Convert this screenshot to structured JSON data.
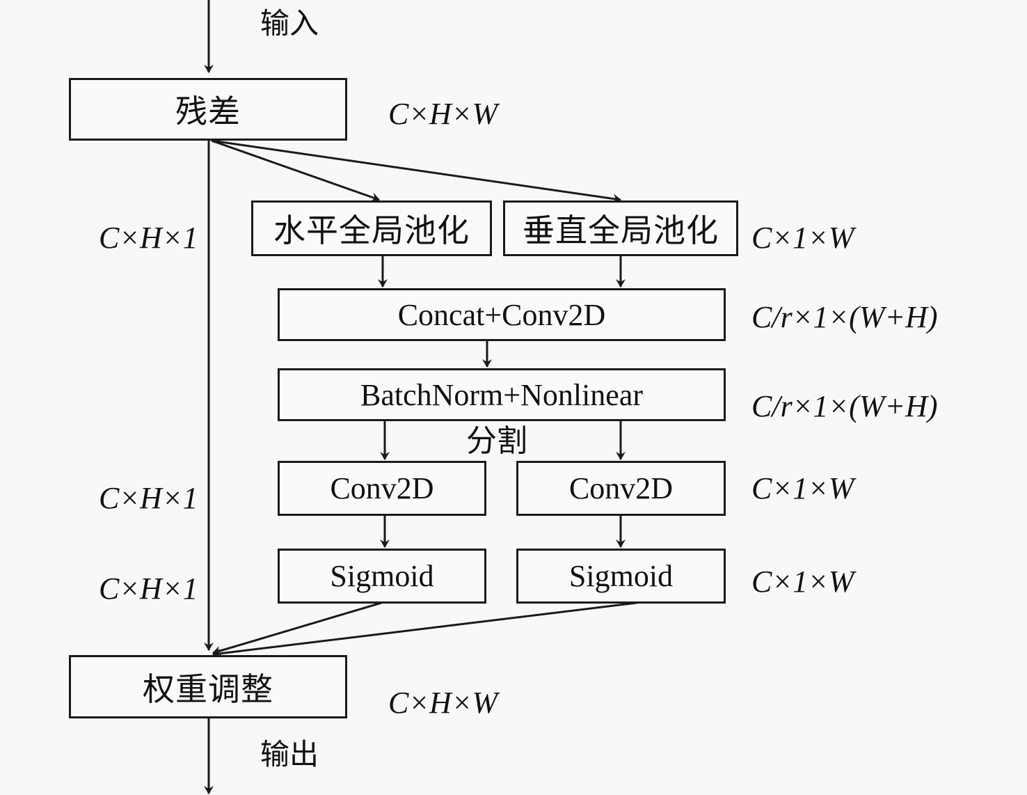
{
  "title": "Coordinate attention residual block",
  "io": {
    "input": "输入",
    "output": "输出"
  },
  "boxes": {
    "residual": "残差",
    "h_pool": "水平全局池化",
    "v_pool": "垂直全局池化",
    "concat_conv": "Concat+Conv2D",
    "bn_nonlinear": "BatchNorm+Nonlinear",
    "conv_left": "Conv2D",
    "conv_right": "Conv2D",
    "sigmoid_left": "Sigmoid",
    "sigmoid_right": "Sigmoid",
    "reweight": "权重调整"
  },
  "split_label": "分割",
  "shape_labels": {
    "residual_out": "C×H×W",
    "skip_1": "C×H×1",
    "pool_out": "C×1×W",
    "concat_out": "C/r×1×(W+H)",
    "bn_out": "C/r×1×(W+H)",
    "skip_2": "C×H×1",
    "conv_out": "C×1×W",
    "skip_3": "C×H×1",
    "sigmoid_out": "C×1×W",
    "final_out": "C×H×W"
  }
}
